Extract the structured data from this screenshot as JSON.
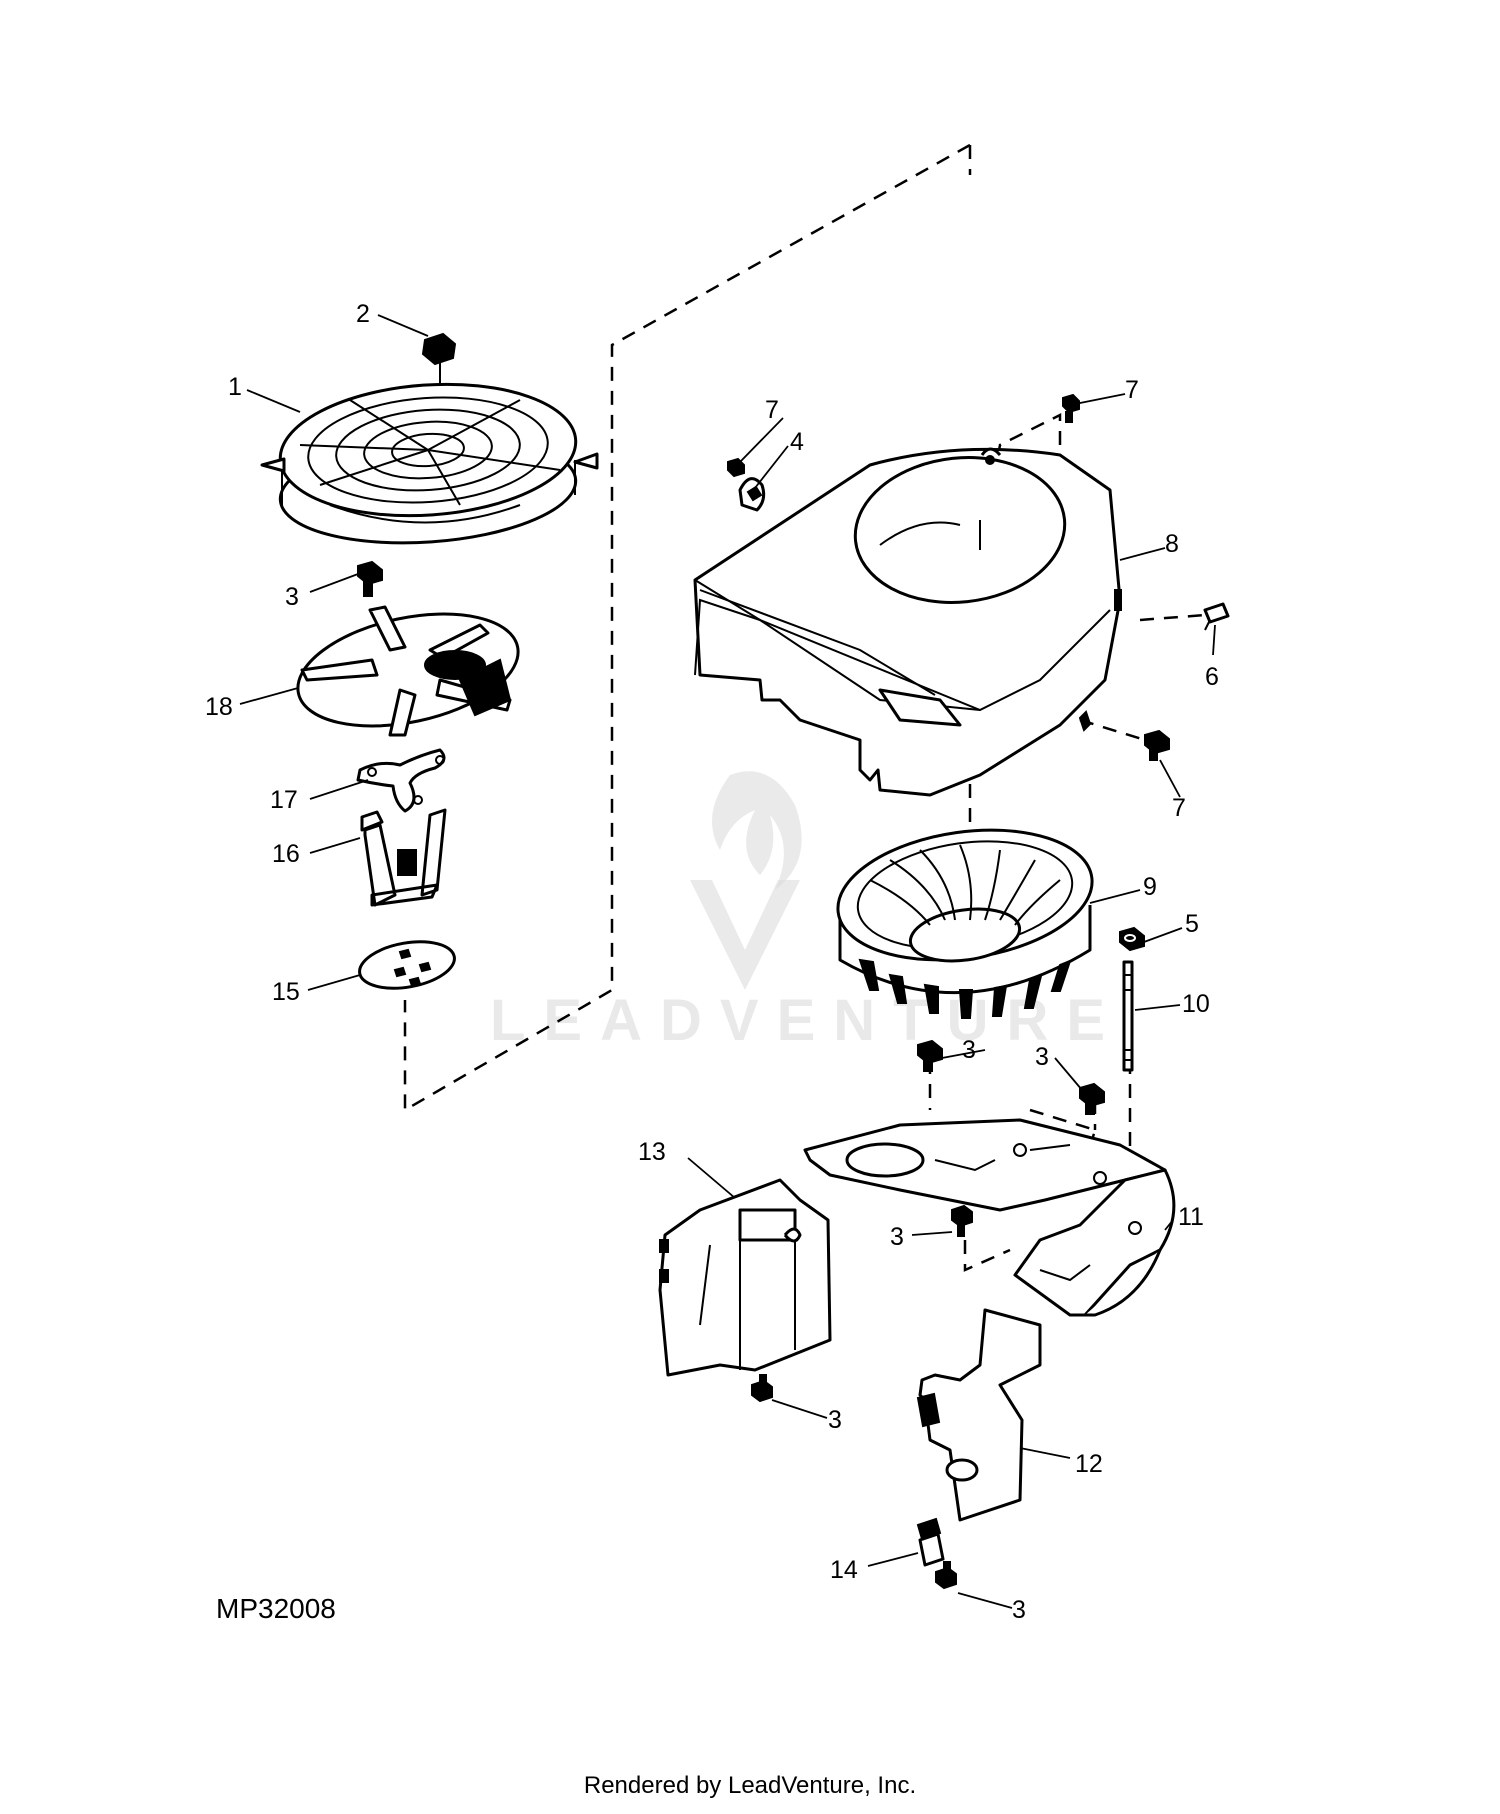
{
  "diagram": {
    "drawing_number": "MP32008",
    "watermark": "LEADVENTURE",
    "callouts": [
      "1",
      "2",
      "3",
      "3",
      "3",
      "3",
      "3",
      "3",
      "4",
      "5",
      "6",
      "7",
      "7",
      "7",
      "8",
      "9",
      "10",
      "11",
      "12",
      "13",
      "14",
      "15",
      "16",
      "17",
      "18"
    ]
  },
  "footer": {
    "text": "Rendered by LeadVenture, Inc."
  }
}
